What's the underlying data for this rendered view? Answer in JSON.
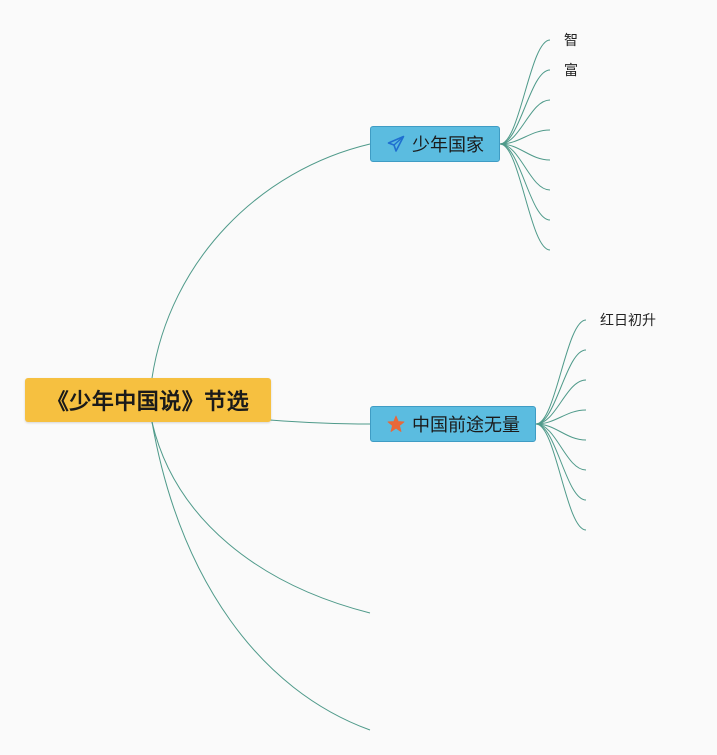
{
  "mindmap": {
    "root": {
      "label": "《少年中国说》节选",
      "color": "#f6c040"
    },
    "branches": [
      {
        "label": "少年国家",
        "icon": "paper-plane-icon",
        "color": "#5bbce0",
        "children": [
          "智",
          "富",
          "",
          "",
          "",
          "",
          "",
          ""
        ]
      },
      {
        "label": "中国前途无量",
        "icon": "star-icon",
        "color": "#5bbce0",
        "children": [
          "红日初升",
          "",
          "",
          "",
          "",
          "",
          "",
          ""
        ]
      },
      {
        "label": "",
        "children": []
      },
      {
        "label": "",
        "children": []
      }
    ],
    "link_color": "#4f9a8a"
  }
}
